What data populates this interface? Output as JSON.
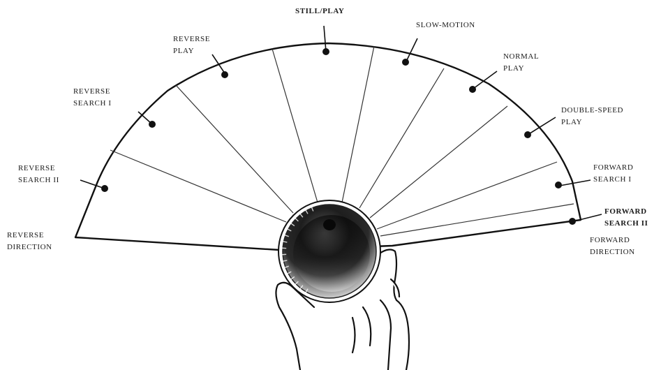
{
  "colors": {
    "ink": "#1a1a1a",
    "background": "#ffffff",
    "knob_dark": "#111111",
    "knob_mid": "#6a6a6a",
    "knob_light": "#d9d9d9"
  },
  "labels": {
    "still_play": [
      "STILL/PLAY"
    ],
    "slow_motion": [
      "SLOW-MOTION"
    ],
    "reverse_play": [
      "REVERSE",
      "PLAY"
    ],
    "normal_play": [
      "NORMAL",
      "PLAY"
    ],
    "reverse_search_1": [
      "REVERSE",
      "SEARCH I"
    ],
    "double_speed_play": [
      "DOUBLE-SPEED",
      "PLAY"
    ],
    "reverse_search_2": [
      "REVERSE",
      "SEARCH II"
    ],
    "forward_search_1": [
      "FORWARD",
      "SEARCH I"
    ],
    "forward_search_2": [
      "FORWARD",
      "SEARCH II"
    ],
    "reverse_direction": [
      "REVERSE",
      "DIRECTION"
    ],
    "forward_direction": [
      "FORWARD",
      "DIRECTION"
    ]
  },
  "icons": {
    "dial": "jog-shuttle-dial-icon",
    "hand": "hand-icon",
    "knob": "shuttle-knob-icon"
  }
}
